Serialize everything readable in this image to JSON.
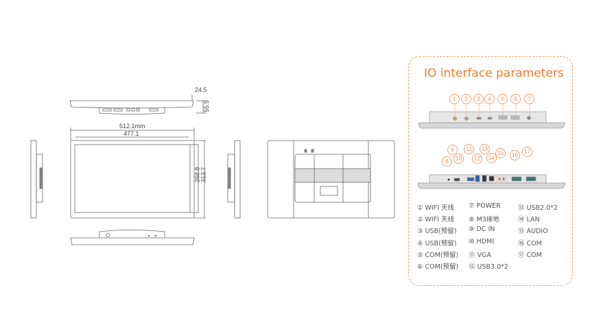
{
  "dimensions": {
    "depth_total": "24.5",
    "depth_with_box": "55.5",
    "width_total": "512.1mm",
    "width_active": "477.1",
    "height_active": "268.8",
    "height_total": "313.7"
  },
  "io_panel": {
    "title": "IO interface parameters",
    "accent_color": "#f07a2a",
    "top_markers": [
      "1",
      "2",
      "3",
      "4",
      "5",
      "6",
      "7"
    ],
    "bottom_markers": [
      "8",
      "9",
      "10",
      "11",
      "12",
      "13",
      "14",
      "15",
      "16",
      "17"
    ],
    "legend": [
      [
        "① WIFI 天线",
        "② WIFI 天线",
        "③ USB(预留)",
        "④ USB(预留)",
        "⑤ COM(预留)",
        "⑥ COM(预留)"
      ],
      [
        "⑦ POWER",
        "⑧ M3接地",
        "⑨ DC IN",
        "⑩ HDMI",
        "⑪ VGA",
        "⑫ USB3.0*2"
      ],
      [
        "⑬ USB2.0*2",
        "⑭ LAN",
        "⑮ AUDIO",
        "⑯ COM",
        "⑰ COM"
      ]
    ]
  }
}
